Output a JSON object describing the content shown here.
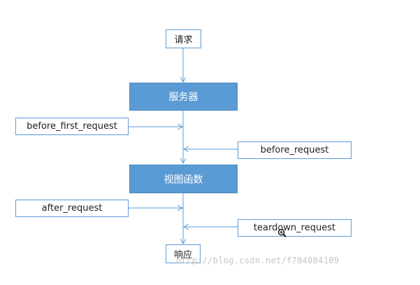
{
  "diagram": {
    "nodes": {
      "request": "请求",
      "server": "服务器",
      "before_first_request": "before_first_request",
      "before_request": "before_request",
      "view_function": "视图函数",
      "after_request": "after_request",
      "teardown_request": "teardown_request",
      "response": "响应"
    },
    "colors": {
      "accent": "#5b9bd5",
      "line": "#5b9bd5",
      "filled_text": "#ffffff",
      "outlined_text": "#1f1f1f"
    }
  },
  "watermark": "http://blog.csdn.net/f704084109",
  "cursor_icon": "zoom-cursor-icon"
}
